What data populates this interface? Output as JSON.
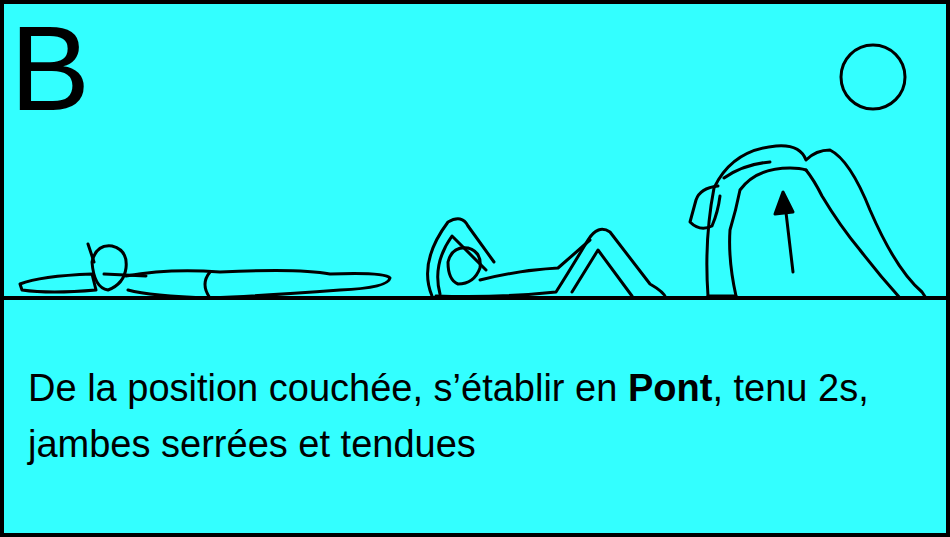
{
  "diagram": {
    "labels": [
      "B",
      "De la position couchée, s’établir en",
      "Pont",
      ", tenu 2s, jambes serrées et tendues"
    ]
  }
}
